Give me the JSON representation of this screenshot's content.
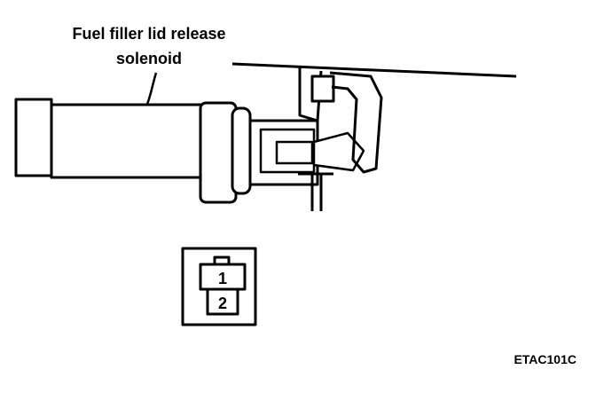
{
  "component_label": {
    "line1": "Fuel filler lid release",
    "line2": "solenoid"
  },
  "connector": {
    "pin1": "1",
    "pin2": "2"
  },
  "figure_code": "ETAC101C"
}
